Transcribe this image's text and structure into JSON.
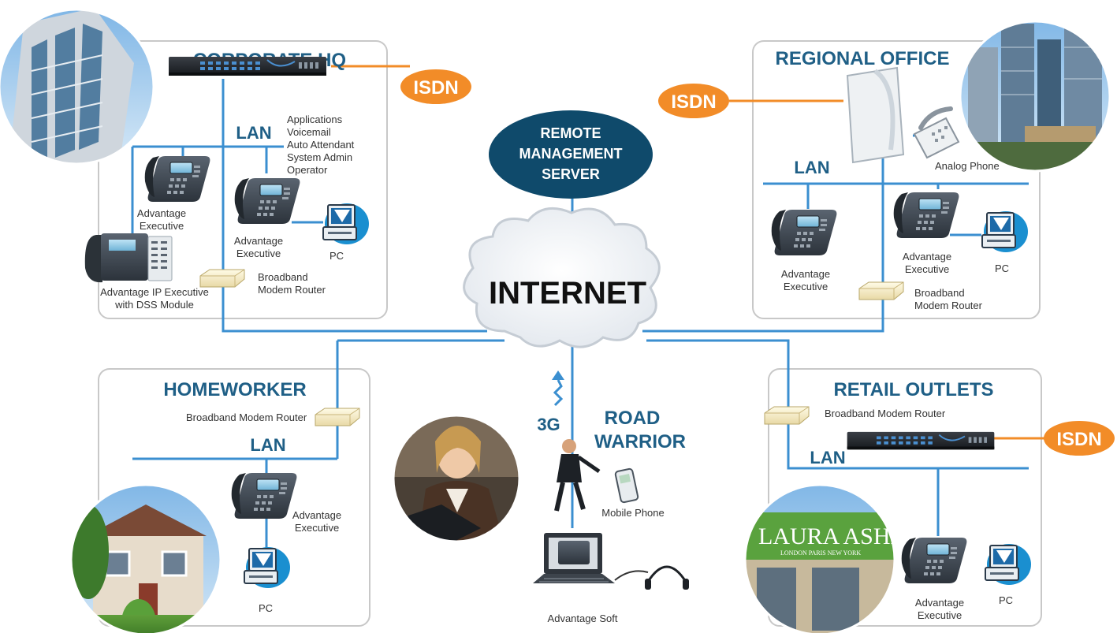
{
  "colors": {
    "lan_line": "#3b8fd0",
    "isdn_line": "#f28c28",
    "isdn_fill": "#f28c28",
    "title": "#1f5f86",
    "server_fill": "#0f4a6b",
    "box_border": "#c8c8c8"
  },
  "corporate": {
    "title": "CORPORATE HQ",
    "isdn": "ISDN",
    "lan": "LAN",
    "apps": [
      "Applications",
      "Voicemail",
      "Auto Attendant",
      "System Admin",
      "Operator"
    ],
    "phone1": [
      "Advantage",
      "Executive"
    ],
    "phone2": [
      "Advantage",
      "Executive"
    ],
    "pc": "PC",
    "dss": [
      "Advantage IP Executive",
      "with DSS Module"
    ],
    "router": [
      "Broadband",
      "Modem Router"
    ]
  },
  "regional": {
    "title": "REGIONAL OFFICE",
    "isdn": "ISDN",
    "lan": "LAN",
    "analog": "Analog Phone",
    "phone1": [
      "Advantage",
      "Executive"
    ],
    "phone2": [
      "Advantage",
      "Executive"
    ],
    "pc": "PC",
    "router": [
      "Broadband",
      "Modem Router"
    ]
  },
  "server": [
    "REMOTE",
    "MANAGEMENT",
    "SERVER"
  ],
  "internet": "INTERNET",
  "homeworker": {
    "title": "HOMEWORKER",
    "router": "Broadband Modem Router",
    "lan": "LAN",
    "phone": [
      "Advantage",
      "Executive"
    ],
    "pc": "PC"
  },
  "road": {
    "title": [
      "ROAD",
      "WARRIOR"
    ],
    "g3": "3G",
    "mobile": "Mobile Phone",
    "soft": "Advantage Soft"
  },
  "retail": {
    "title": "RETAIL OUTLETS",
    "router": "Broadband Modem Router",
    "isdn": "ISDN",
    "lan": "LAN",
    "phone": [
      "Advantage",
      "Executive"
    ],
    "pc": "PC",
    "sign": "LAURA ASHLEY",
    "sign_sub": "LONDON PARIS NEW YORK"
  }
}
